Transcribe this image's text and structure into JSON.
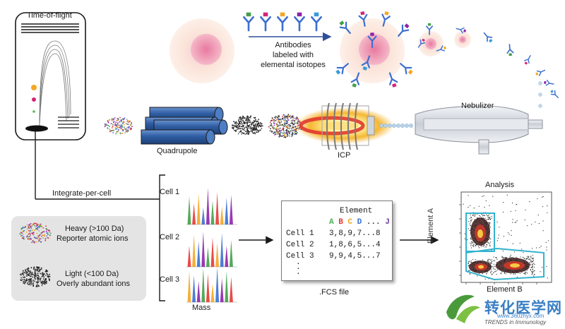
{
  "labels": {
    "tof": "Time-of-flight",
    "antibodies_line1": "Antibodies",
    "antibodies_line2": "labeled with",
    "antibodies_line3": "elemental isotopes",
    "nebulizer": "Nebulizer",
    "quadrupole": "Quadrupole",
    "icp": "ICP",
    "integrate": "Integrate-per-cell",
    "mass": "Mass",
    "fcs_file": ".FCS file",
    "analysis": "Analysis",
    "axis_y": "Element A",
    "axis_x": "Element B",
    "cells": [
      "Cell 1",
      "Cell 2",
      "Cell 3"
    ]
  },
  "legend": {
    "heavy_line1": "Heavy (>100 Da)",
    "heavy_line2": "Reporter atomic ions",
    "light_line1": "Light (<100 Da)",
    "light_line2": "Overly abundant ions"
  },
  "fcs_table": {
    "header": "Element",
    "letters": [
      "A",
      "B",
      "C",
      "D",
      "...",
      "J"
    ],
    "letter_colors": [
      "#4caf50",
      "#e53935",
      "#f5a623",
      "#3b6fd1",
      "#333333",
      "#6a3fa0"
    ],
    "rows": [
      {
        "cell": "Cell 1",
        "values": "3,8,9,7...8"
      },
      {
        "cell": "Cell 2",
        "values": "1,8,6,5...4"
      },
      {
        "cell": "Cell 3",
        "values": "9,9,4,5...7"
      }
    ]
  },
  "footer": {
    "source": "TRENDS in Immunology",
    "logo": "转化医学网",
    "logo_url": "www.360zhyx.com"
  },
  "colors": {
    "ion_orange": "#f5a623",
    "ion_magenta": "#d6247a",
    "ion_green": "#5cb85c",
    "gate": "#34b3cf",
    "quad_blue": "#3f6fb6"
  }
}
